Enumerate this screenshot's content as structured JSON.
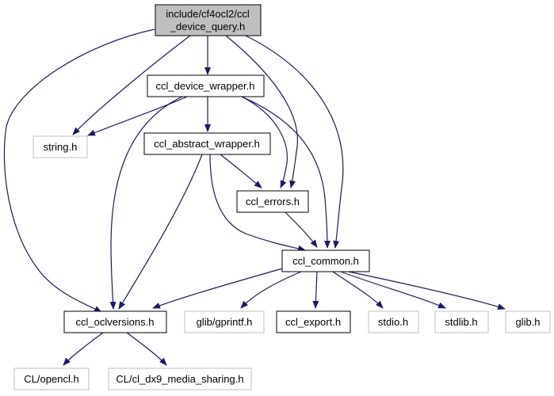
{
  "colors": {
    "root_fill": "#bfbfbf",
    "node_border": "#000000",
    "external_border": "#bfbfbf",
    "edge": "#191970",
    "text": "#000000"
  },
  "nodes": {
    "root": {
      "line1": "include/cf4ocl2/ccl",
      "line2": "_device_query.h"
    },
    "device_wrapper": {
      "label": "ccl_device_wrapper.h"
    },
    "string_h": {
      "label": "string.h"
    },
    "abstract_wrapper": {
      "label": "ccl_abstract_wrapper.h"
    },
    "errors": {
      "label": "ccl_errors.h"
    },
    "common": {
      "label": "ccl_common.h"
    },
    "oclversions": {
      "label": "ccl_oclversions.h"
    },
    "glib_gprintf": {
      "label": "glib/gprintf.h"
    },
    "ccl_export": {
      "label": "ccl_export.h"
    },
    "stdio": {
      "label": "stdio.h"
    },
    "stdlib": {
      "label": "stdlib.h"
    },
    "glib": {
      "label": "glib.h"
    },
    "opencl": {
      "label": "CL/opencl.h"
    },
    "dx9": {
      "label": "CL/cl_dx9_media_sharing.h"
    }
  }
}
